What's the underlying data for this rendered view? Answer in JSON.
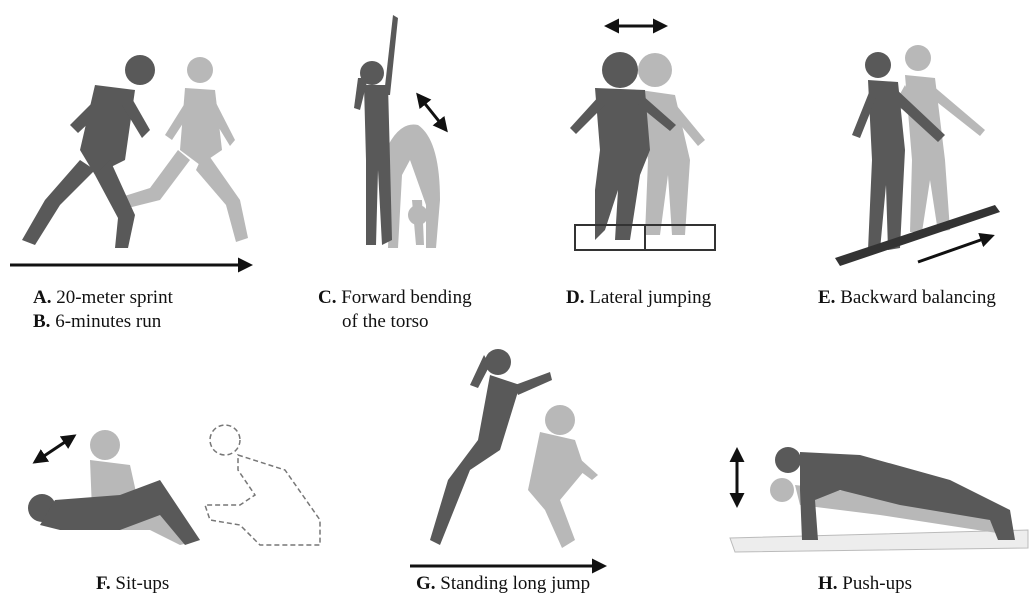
{
  "panels": [
    {
      "id": "A",
      "letter": "A.",
      "text": "20-meter sprint"
    },
    {
      "id": "B",
      "letter": "B.",
      "text": "6-minutes run"
    },
    {
      "id": "C",
      "letter": "C.",
      "text": "Forward bending",
      "text2": "of the torso"
    },
    {
      "id": "D",
      "letter": "D.",
      "text": "Lateral jumping"
    },
    {
      "id": "E",
      "letter": "E.",
      "text": "Backward balancing"
    },
    {
      "id": "F",
      "letter": "F.",
      "text": "Sit-ups"
    },
    {
      "id": "G",
      "letter": "G.",
      "text": "Standing long jump"
    },
    {
      "id": "H",
      "letter": "H.",
      "text": "Push-ups"
    }
  ],
  "colors": {
    "dark_figure": "#595959",
    "light_figure": "#b8b8b8",
    "arrow": "#111111"
  }
}
